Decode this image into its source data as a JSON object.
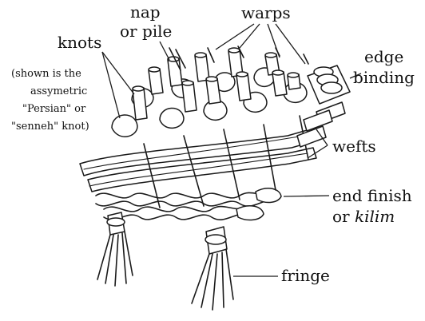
{
  "labels": {
    "nap_line1": "nap",
    "nap_line2": "or pile",
    "warps": "warps",
    "knots": "knots",
    "knots_note_line1": "(shown is the",
    "knots_note_line2": "assymetric",
    "knots_note_line3": "\"Persian\" or",
    "knots_note_line4": "\"senneh\" knot)",
    "edge_line1": "edge",
    "edge_line2": "binding",
    "wefts": "wefts",
    "end_line1": "end finish",
    "end_line2_prefix": "or ",
    "end_line2_italic": "kilim",
    "fringe": "fringe"
  }
}
